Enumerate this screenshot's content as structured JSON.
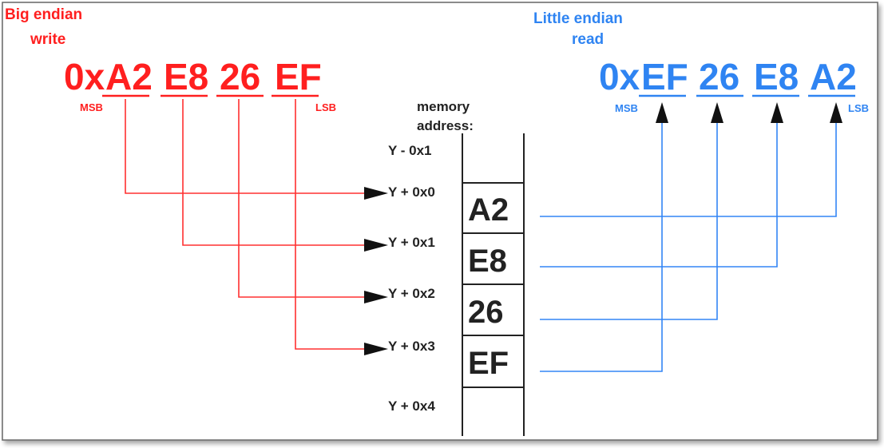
{
  "big_endian": {
    "title_line1": "Big endian",
    "title_line2": "write",
    "prefix": "0x",
    "bytes": [
      "A2",
      "E8",
      "26",
      "EF"
    ],
    "msb_label": "MSB",
    "lsb_label": "LSB",
    "color": "#ff1f1f"
  },
  "little_endian": {
    "title_line1": "Little endian",
    "title_line2": "read",
    "prefix": "0x",
    "bytes": [
      "EF",
      "26",
      "E8",
      "A2"
    ],
    "msb_label": "MSB",
    "lsb_label": "LSB",
    "color": "#2f84f2"
  },
  "memory": {
    "header_line1": "memory",
    "header_line2": "address:",
    "addresses": [
      "Y -  0x1",
      "Y + 0x0",
      "Y + 0x1",
      "Y + 0x2",
      "Y + 0x3",
      "Y + 0x4"
    ],
    "cells": [
      "A2",
      "E8",
      "26",
      "EF"
    ]
  }
}
